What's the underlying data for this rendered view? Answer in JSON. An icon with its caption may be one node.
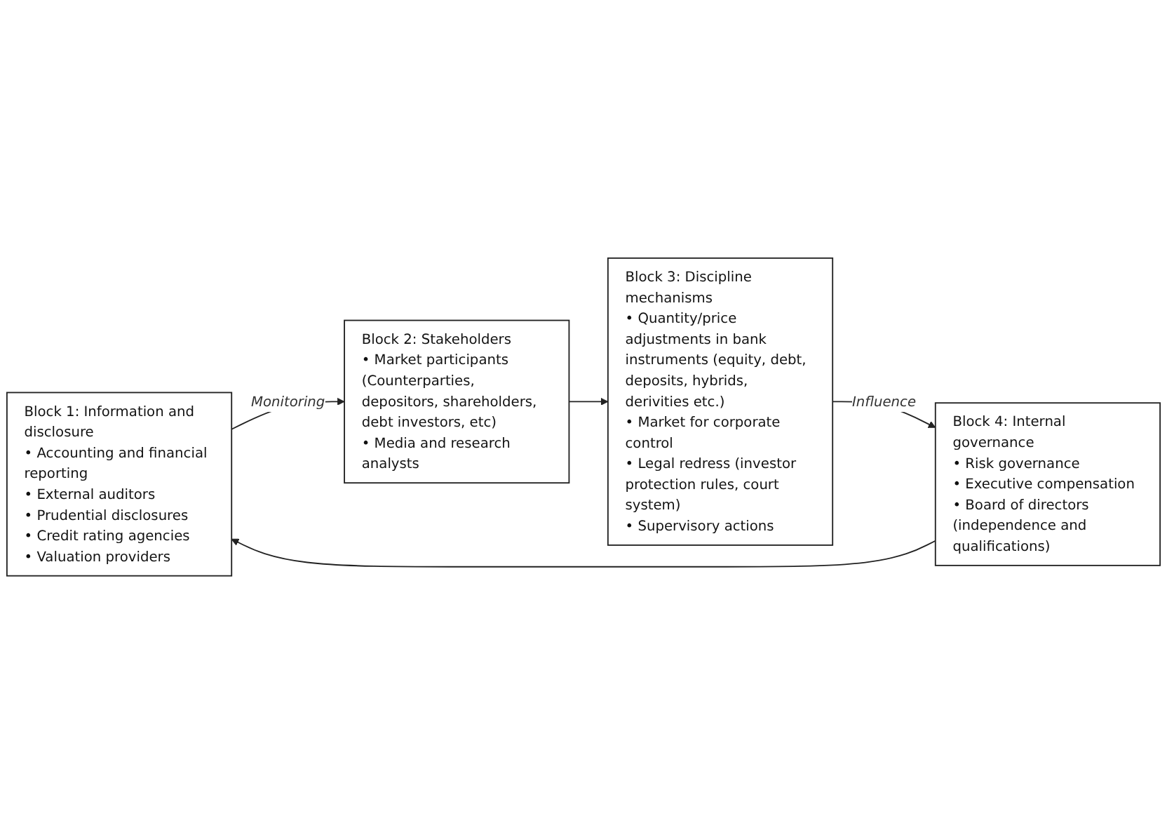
{
  "diagram": {
    "nodes": [
      {
        "text": [
          "Block 1: Information and disclosure",
          "• Accounting and financial reporting",
          "• External auditors",
          "• Prudential disclosures",
          "• Credit rating agencies",
          "• Valuation providers"
        ]
      },
      {
        "text": [
          "Block 2: Stakeholders",
          "• Market participants (Counterparties, depositors, shareholders, debt investors, etc)",
          "• Media and research analysts"
        ]
      },
      {
        "text": [
          "Block 3: Discipline mechanisms",
          "• Quantity/price adjustments in bank instruments (equity, debt, deposits, hybrids, derivities etc.)",
          "• Market for corporate control",
          "• Legal redress (investor protection rules, court system)",
          "• Supervisory actions"
        ]
      },
      {
        "text": [
          "Block 4: Internal governance",
          "• Risk governance",
          "• Executive compensation",
          "• Board of directors (independence and qualifications)"
        ]
      }
    ],
    "edges": [
      {
        "from": 3,
        "to": 0,
        "arrow": "to"
      },
      {
        "from": 0,
        "to": 1,
        "arrow": "to",
        "label": "Monitoring"
      },
      {
        "from": 1,
        "to": 2,
        "arrow": "to"
      },
      {
        "from": 2,
        "to": 3,
        "arrow": "to",
        "label": "Influence"
      }
    ]
  }
}
